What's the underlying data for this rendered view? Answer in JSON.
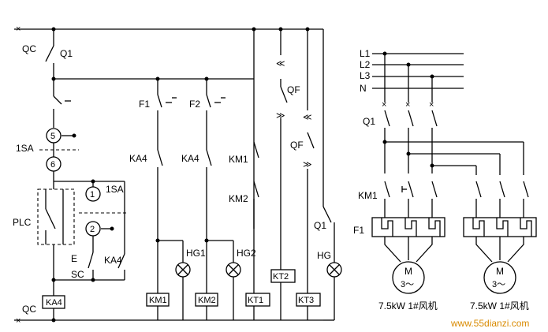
{
  "left": {
    "qc_top": "QC",
    "q1": "Q1",
    "sw_5": "5",
    "sa1": "1SA",
    "sw_6": "6",
    "plc": "PLC",
    "sw_1": "1",
    "sa1_b": "1SA",
    "sw_2": "2",
    "e": "E",
    "sc": "SC",
    "ka4_contact": "KA4",
    "ka4_coil": "KA4",
    "qc_bottom": "QC"
  },
  "middle": {
    "f1": "F1",
    "f2": "F2",
    "ka4_a": "KA4",
    "ka4_b": "KA4",
    "hg1": "HG1",
    "hg2": "HG2",
    "km1_coil": "KM1",
    "km2_coil": "KM2",
    "km1": "KM1",
    "km2": "KM2",
    "kt1": "KT1",
    "qf_a": "QF",
    "qf_b": "QF",
    "kt2": "KT2",
    "kt3": "KT3",
    "q1": "Q1",
    "hg": "HG"
  },
  "right": {
    "l1": "L1",
    "l2": "L2",
    "l3": "L3",
    "n": "N",
    "q1": "Q1",
    "km1": "KM1",
    "f1": "F1",
    "motor1_m": "M",
    "motor1_phase": "3～",
    "motor2_m": "M",
    "motor2_phase": "3～",
    "caption1": "7.5kW 1#风机",
    "caption2": "7.5kW 1#风机"
  },
  "watermark": "www.55dianzi.com"
}
